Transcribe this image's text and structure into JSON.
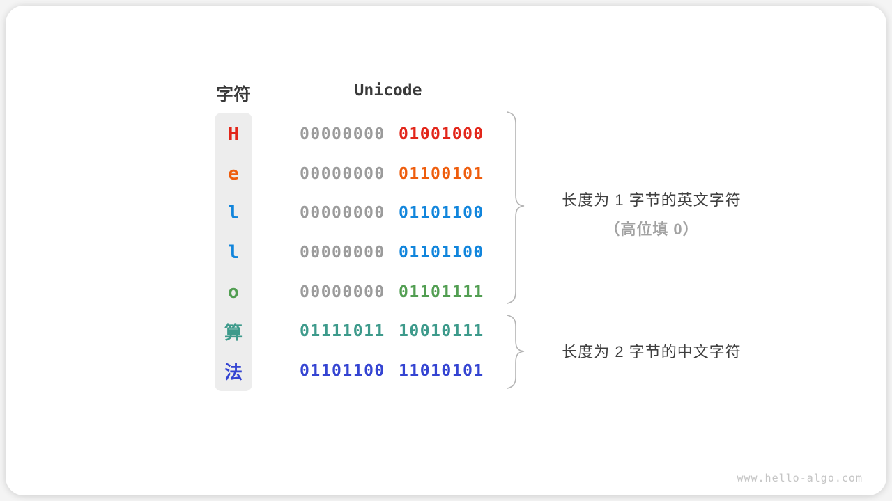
{
  "header": {
    "char_col": "字符",
    "unicode_col": "Unicode"
  },
  "table": {
    "rows": [
      {
        "char": "H",
        "color": "#e2261a",
        "byte1": "00000000",
        "byte2": "01001000",
        "byte1_color": "#9b9b9b"
      },
      {
        "char": "e",
        "color": "#ee5d0d",
        "byte1": "00000000",
        "byte2": "01100101",
        "byte1_color": "#9b9b9b"
      },
      {
        "char": "l",
        "color": "#1185dc",
        "byte1": "00000000",
        "byte2": "01101100",
        "byte1_color": "#9b9b9b"
      },
      {
        "char": "l",
        "color": "#1185dc",
        "byte1": "00000000",
        "byte2": "01101100",
        "byte1_color": "#9b9b9b"
      },
      {
        "char": "o",
        "color": "#529e52",
        "byte1": "00000000",
        "byte2": "01101111",
        "byte1_color": "#9b9b9b"
      },
      {
        "char": "算",
        "color": "#3d9a8b",
        "byte1": "01111011",
        "byte2": "10010111",
        "byte1_color": "#3d9a8b"
      },
      {
        "char": "法",
        "color": "#3444d2",
        "byte1": "01101100",
        "byte2": "11010101",
        "byte1_color": "#3444d2"
      }
    ]
  },
  "annotations": {
    "english": {
      "line1": "长度为 1 字节的英文字符",
      "line2": "（高位填 0）"
    },
    "chinese": {
      "line1": "长度为 2 字节的中文字符"
    }
  },
  "colors": {
    "brace": "#b4b4b4",
    "zero_gray": "#9b9b9b",
    "char_col_bg": "#ededed"
  },
  "footer": {
    "site_url": "www.hello-algo.com"
  }
}
